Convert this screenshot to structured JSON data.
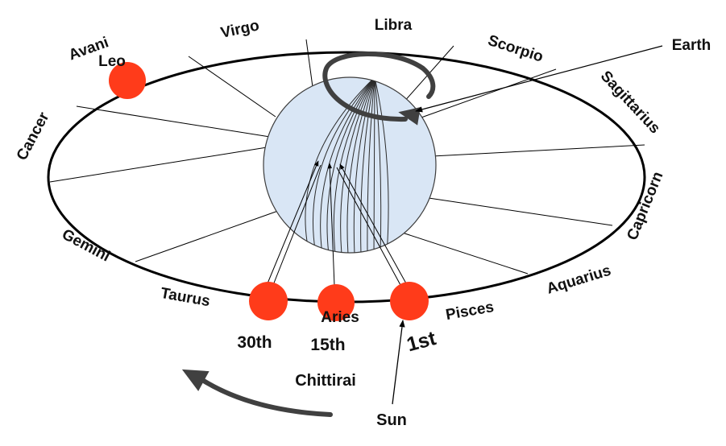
{
  "zodiac_signs": [
    "Virgo",
    "Libra",
    "Scorpio",
    "Sagittarius",
    "Capricorn",
    "Aquarius",
    "Pisces",
    "Aries",
    "Taurus",
    "Gemini",
    "Cancer",
    "Leo"
  ],
  "labels": {
    "earth": "Earth",
    "sun": "Sun",
    "avani": "Avani",
    "chittirai": "Chittirai",
    "day_1st": "1st",
    "day_15th": "15th",
    "day_30th": "30th"
  },
  "colors": {
    "sun_fill": "#ff3b1a",
    "earth_fill": "#d9e6f5",
    "earth_stroke": "#3d3d3d",
    "arrow": "#404040",
    "orbit": "#000000"
  }
}
